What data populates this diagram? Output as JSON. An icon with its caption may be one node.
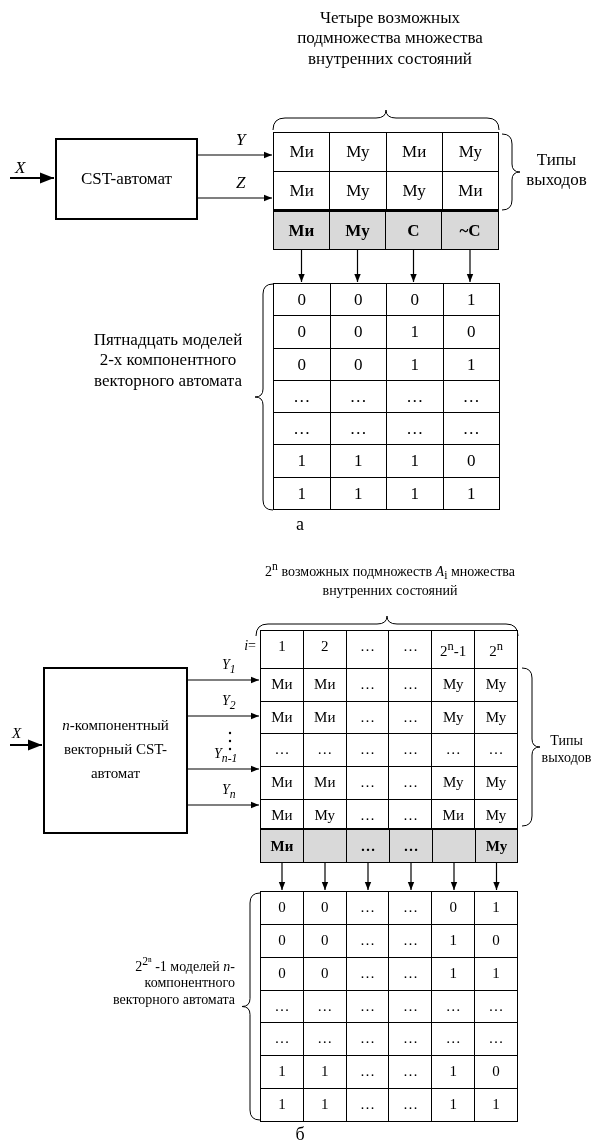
{
  "diagram": {
    "nodes": [
      {
        "text": [
          "CST-автомат"
        ]
      },
      {
        "text": [
          "Ми",
          "Му",
          "Ми",
          "Му",
          "Ми",
          "Му",
          "Му",
          "Ми"
        ]
      },
      {
        "text": [
          "Ми"
        ]
      },
      {
        "text": [
          "Му"
        ]
      },
      {
        "text": [
          "С"
        ]
      },
      {
        "text": [
          "~С"
        ]
      },
      {
        "text": [
          "0",
          "0",
          "0",
          "1",
          "0",
          "0",
          "1",
          "0",
          "0",
          "0",
          "1",
          "1",
          "…",
          "…",
          "…",
          "…",
          "…",
          "…",
          "…",
          "…",
          "1",
          "1",
          "1",
          "0",
          "1",
          "1",
          "1",
          "1"
        ]
      },
      {
        "text": [
          "*n*-компонентный векторный CST-автомат"
        ]
      },
      {
        "text": [
          "1",
          "2",
          "…",
          "…",
          "2$^{n}$-1",
          "2$^{n}$",
          "Ми",
          "Ми",
          "…",
          "…",
          "Му",
          "Му",
          "Ми",
          "Ми",
          "…",
          "…",
          "Му",
          "Му",
          "…",
          "…",
          "…",
          "…",
          "…",
          "…",
          "Ми",
          "Ми",
          "…",
          "…",
          "Му",
          "Му",
          "Ми",
          "Му",
          "…",
          "…",
          "Ми",
          "Му"
        ]
      },
      {
        "text": [
          "Ми"
        ]
      },
      {
        "text": [],
        "shape": "box"
      },
      {
        "text": [
          "…"
        ]
      },
      {
        "text": [
          "…"
        ]
      },
      {
        "text": [],
        "shape": "box"
      },
      {
        "text": [
          "Му"
        ]
      },
      {
        "text": [
          "0",
          "0",
          "…",
          "…",
          "0",
          "1",
          "0",
          "0",
          "…",
          "…",
          "1",
          "0",
          "0",
          "0",
          "…",
          "…",
          "1",
          "1",
          "…",
          "…",
          "…",
          "…",
          "…",
          "…",
          "…",
          "…",
          "…",
          "…",
          "…",
          "…",
          "1",
          "1",
          "…",
          "…",
          "1",
          "0",
          "1",
          "1",
          "…",
          "…",
          "1",
          "1"
        ]
      }
    ],
    "edges": [
      {
        "from": null,
        "to": 0,
        "arrow": "to",
        "label": "X"
      },
      {
        "from": 0,
        "to": 1,
        "arrow": "to",
        "label": "Y"
      },
      {
        "from": 0,
        "to": 1,
        "arrow": "to",
        "label": "Z"
      },
      {
        "from": 2,
        "to": 6,
        "arrow": "to"
      },
      {
        "from": 3,
        "to": 6,
        "arrow": "to"
      },
      {
        "from": 4,
        "to": 6,
        "arrow": "to"
      },
      {
        "from": 5,
        "to": 6,
        "arrow": "to"
      },
      {
        "from": null,
        "to": 7,
        "arrow": "to",
        "label": "X"
      },
      {
        "from": 7,
        "to": 8,
        "arrow": "to",
        "label": "Y$_{1}$"
      },
      {
        "from": 7,
        "to": 8,
        "arrow": "to",
        "label": "Y$_{2}$"
      },
      {
        "from": 7,
        "to": 8,
        "arrow": "to",
        "label": "Y$_{n-1}$"
      },
      {
        "from": 7,
        "to": 8,
        "arrow": "to",
        "label": "Y$_{n}$"
      },
      {
        "from": 9,
        "to": 15,
        "arrow": "to"
      },
      {
        "from": 10,
        "to": 15,
        "arrow": "to"
      },
      {
        "from": 11,
        "to": 15,
        "arrow": "to"
      },
      {
        "from": 12,
        "to": 15,
        "arrow": "to"
      },
      {
        "from": 13,
        "to": 15,
        "arrow": "to"
      },
      {
        "from": 14,
        "to": 15,
        "arrow": "to"
      }
    ],
    "labels": [
      "Четыре возможных подмножества множества внутренних состояний",
      "Типы выходов",
      "Пятнадцать моделей 2-х компонентного векторного автомата",
      "а",
      "2$^{n}$ возможных подмножеств *A*$_{i}$ множества внутренних состояний",
      "*i*=",
      "Типы выходов",
      "2$^{2ⁿ}$ -1 моделей *n*-компонентного векторного автомата",
      "б"
    ]
  }
}
